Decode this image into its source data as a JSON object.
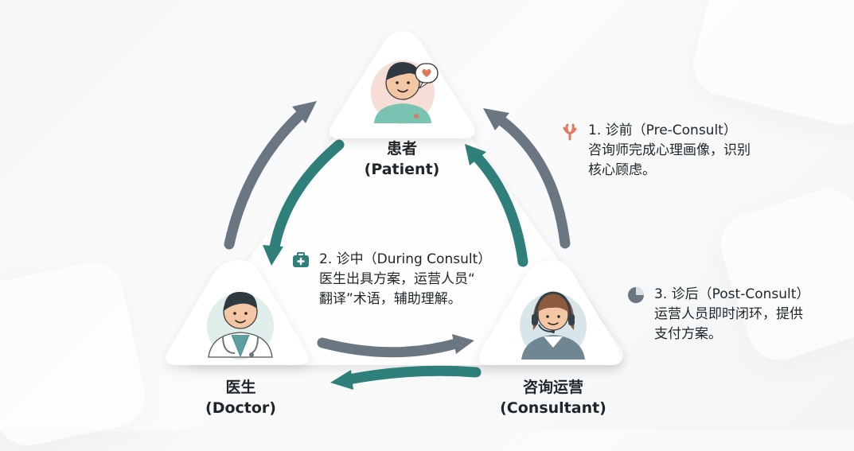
{
  "nodes": {
    "patient": {
      "label_cn": "患者",
      "label_en": "(Patient)"
    },
    "doctor": {
      "label_cn": "医生",
      "label_en": "(Doctor)"
    },
    "consultant": {
      "label_cn": "咨询运营",
      "label_en": "(Consultant)"
    }
  },
  "steps": [
    {
      "title": "1. 诊前（Pre-Consult）",
      "body": "咨询师完成心理画像，识别核心顾虑。",
      "line1": "咨询师完成心理画像，识别",
      "line2": "核心顾虑。",
      "icon": "coral-icon"
    },
    {
      "title": "2. 诊中（During Consult）",
      "body": "医生出具方案，运营人员“翻译”术语，辅助理解。",
      "line1": "医生出具方案，运营人员“",
      "line2": "翻译”术语，辅助理解。",
      "icon": "medical-kit-icon"
    },
    {
      "title": "3. 诊后（Post-Consult）",
      "body": "运营人员即时闭环，提供支付方案。",
      "line1": "运营人员即时闭环，提供",
      "line2": "支付方案。",
      "icon": "pie-chart-icon"
    }
  ],
  "colors": {
    "slate": "#6b7683",
    "teal": "#2f7f7a",
    "patient_bg": "#f6ddd6",
    "doctor_bg": "#dfeeea",
    "consultant_bg": "#d9e6e9",
    "accent_coral": "#e07a5f",
    "icon_teal": "#2f7f7a",
    "icon_slate": "#5f6b78"
  }
}
